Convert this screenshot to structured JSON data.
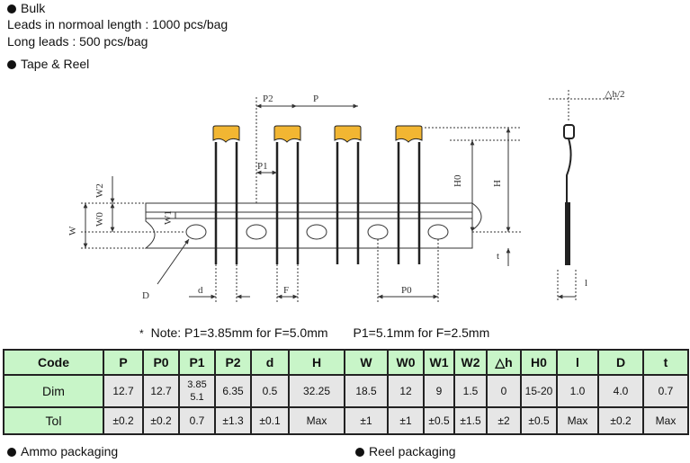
{
  "intro": {
    "bulk_title": "Bulk",
    "bulk_line1": "Leads in normoal length : 1000 pcs/bag",
    "bulk_line2": "Long leads : 500 pcs/bag",
    "tape_reel_title": "Tape & Reel"
  },
  "diagram": {
    "labels": {
      "p2": "P2",
      "p": "P",
      "p1": "P1",
      "h0": "H0",
      "h": "H",
      "w2": "W2",
      "w0": "W0",
      "w": "W",
      "w1": "W1",
      "t": "t",
      "d": "d",
      "f": "F",
      "p0": "P0",
      "D": "D",
      "delta_h2": "△h/2",
      "l": "l"
    },
    "colors": {
      "body": "#f2b632",
      "body_edge": "#222222",
      "line": "#333333"
    }
  },
  "note": {
    "star": "*",
    "text1": "Note: P1=3.85mm for F=5.0mm",
    "text2": "P1=5.1mm for F=2.5mm"
  },
  "table": {
    "header_bg": "#c8f5c8",
    "row_bg": "#e6e6e6",
    "headers": [
      "Code",
      "P",
      "P0",
      "P1",
      "P2",
      "d",
      "H",
      "W",
      "W0",
      "W1",
      "W2",
      "△h",
      "H0",
      "l",
      "D",
      "t"
    ],
    "dim": {
      "label": "Dim",
      "values": [
        "12.7",
        "12.7",
        "3.85",
        "6.35",
        "0.5",
        "32.25",
        "18.5",
        "12",
        "9",
        "1.5",
        "0",
        "15-20",
        "1.0",
        "4.0",
        "0.7"
      ],
      "p1_second": "5.1"
    },
    "tol": {
      "label": "Tol",
      "values": [
        "±0.2",
        "±0.2",
        "0.7",
        "±1.3",
        "±0.1",
        "Max",
        "±1",
        "±1",
        "±0.5",
        "±1.5",
        "±2",
        "±0.5",
        "Max",
        "±0.2",
        "Max"
      ]
    }
  },
  "bottom": {
    "ammo": "Ammo packaging",
    "reel": "Reel packaging"
  }
}
